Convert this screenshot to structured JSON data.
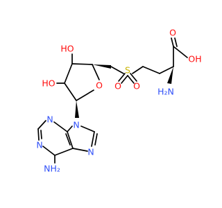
{
  "molecule": {
    "colors": {
      "carbon_bond": "#000000",
      "oxygen": "#ff0d0d",
      "nitrogen": "#3050f8",
      "sulfur": "#c8b400",
      "background": "#ffffff"
    },
    "labels": {
      "hydroxyl_top": "HO",
      "hydroxyl_left": "HO",
      "ring_oxygen": "O",
      "sulfone_sulfur": "S",
      "sulfone_oxygen_left": "O",
      "sulfone_oxygen_right": "O",
      "acid_carbonyl_oxygen": "O",
      "acid_hydroxyl": "OH",
      "amino": "H₂N",
      "purine_n_top": "N",
      "purine_n_left": "N",
      "purine_n9": "N",
      "purine_n7": "N",
      "adenine_amine": "NH₂"
    }
  }
}
